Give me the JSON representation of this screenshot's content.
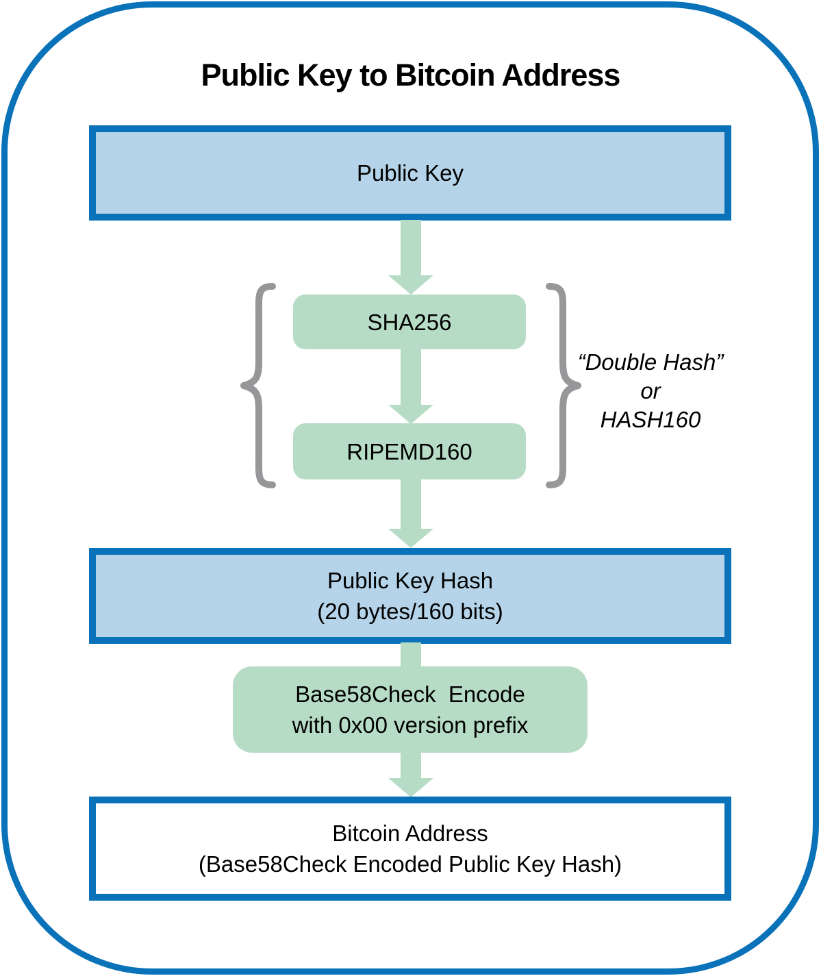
{
  "title": "Public Key to Bitcoin Address",
  "colors": {
    "outline_blue": "#0a72b9",
    "blue_box_fill": "#b5d4e9",
    "green_fill": "#b7dcc5",
    "brace_gray": "#97979a",
    "text": "#000000"
  },
  "nodes": {
    "public_key": {
      "label": "Public Key"
    },
    "sha256": {
      "label": "SHA256"
    },
    "ripemd160": {
      "label": "RIPEMD160"
    },
    "public_key_hash": {
      "line1": "Public Key Hash",
      "line2": "(20 bytes/160 bits)"
    },
    "base58check": {
      "line1": "Base58Check  Encode",
      "line2": "with 0x00 version prefix"
    },
    "bitcoin_address": {
      "line1": "Bitcoin Address",
      "line2": "(Base58Check Encoded Public Key Hash)"
    }
  },
  "annotation": {
    "line1": "“Double Hash”",
    "line2": "or",
    "line3": "HASH160"
  }
}
